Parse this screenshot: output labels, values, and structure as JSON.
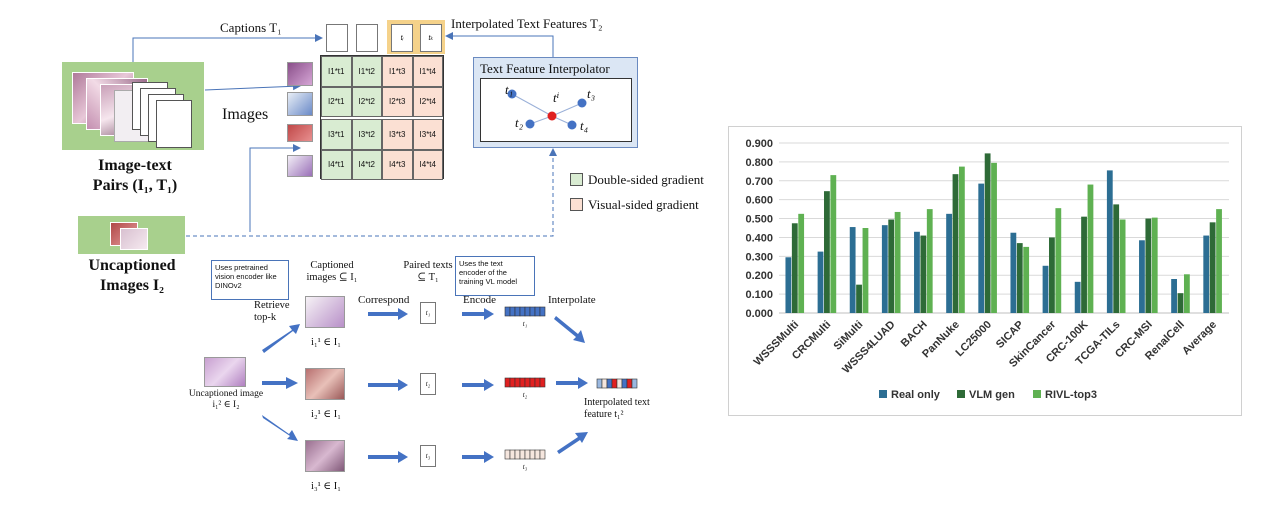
{
  "diagram": {
    "captions_label": "Captions T₁",
    "interp_features_label": "Interpolated Text Features T₂",
    "images_label": "Images",
    "pairs_label_line1": "Image-text",
    "pairs_label_line2": "Pairs (I₁, T₁)",
    "uncaptioned_line1": "Uncaptioned",
    "uncaptioned_line2": "Images I₂",
    "interpolator_title": "Text Feature Interpolator",
    "interp_points": {
      "t1": "t₁",
      "t2": "t₂",
      "t3": "t₃",
      "t4": "t₄",
      "ti": "tⁱ"
    },
    "doc_labels": {
      "ti": "tᵢ",
      "tk": "tₖ"
    },
    "matrix": [
      [
        "I1*t1",
        "I1*t2",
        "I1*t3",
        "I1*t4"
      ],
      [
        "I2*t1",
        "I2*t2",
        "I2*t3",
        "I2*t4"
      ],
      [
        "I3*t1",
        "I3*t2",
        "I3*t3",
        "I3*t4"
      ],
      [
        "I4*t1",
        "I4*t2",
        "I4*t3",
        "I4*t4"
      ]
    ],
    "legend_double": "Double-sided gradient",
    "legend_visual": "Visual-sided gradient",
    "note_vision": "Uses pretrained vision encoder like DINOv2",
    "note_text": "Uses the text encoder of the training VL model",
    "retrieve_label": "Retrieve top-k",
    "captioned_label": "Captioned images ⊆ I₁",
    "paired_label": "Paired texts ⊆ T₁",
    "correspond_label": "Correspond",
    "encode_label": "Encode",
    "interpolate_label": "Interpolate",
    "uncap_img_label": "Uncaptioned image i₁² ∈ I₂",
    "interp_text_feat_label": "Interpolated text feature t₁²",
    "retrieved": [
      "i₁¹ ∈ I₁",
      "i₂¹ ∈ I₁",
      "i₃¹ ∈ I₁"
    ],
    "retrieved_docs": [
      "t₁",
      "t₂",
      "t₃"
    ],
    "feature_labels": [
      "t₁",
      "t₂",
      "t₃"
    ]
  },
  "chart_data": {
    "type": "bar",
    "categories": [
      "WSSSMulti",
      "CRCMulti",
      "SiMulti",
      "WSSS4LUAD",
      "BACH",
      "PanNuke",
      "LC25000",
      "SICAP",
      "SkinCancer",
      "CRC-100K",
      "TCGA-TILs",
      "CRC-MSI",
      "RenalCell",
      "Average"
    ],
    "series": [
      {
        "name": "Real only",
        "color": "#2c6e93",
        "values": [
          0.295,
          0.325,
          0.455,
          0.465,
          0.43,
          0.525,
          0.685,
          0.425,
          0.25,
          0.165,
          0.755,
          0.385,
          0.18,
          0.41
        ]
      },
      {
        "name": "VLM gen",
        "color": "#2e6a37",
        "values": [
          0.475,
          0.645,
          0.15,
          0.495,
          0.41,
          0.735,
          0.845,
          0.37,
          0.4,
          0.51,
          0.575,
          0.5,
          0.105,
          0.48
        ]
      },
      {
        "name": "RIVL-top3",
        "color": "#5fb152",
        "values": [
          0.525,
          0.73,
          0.45,
          0.535,
          0.55,
          0.775,
          0.795,
          0.35,
          0.555,
          0.68,
          0.495,
          0.505,
          0.205,
          0.55
        ]
      }
    ],
    "yticks": [
      "0.000",
      "0.100",
      "0.200",
      "0.300",
      "0.400",
      "0.500",
      "0.600",
      "0.700",
      "0.800",
      "0.900"
    ],
    "ylim": [
      0,
      0.9
    ],
    "legend_position": "bottom"
  }
}
